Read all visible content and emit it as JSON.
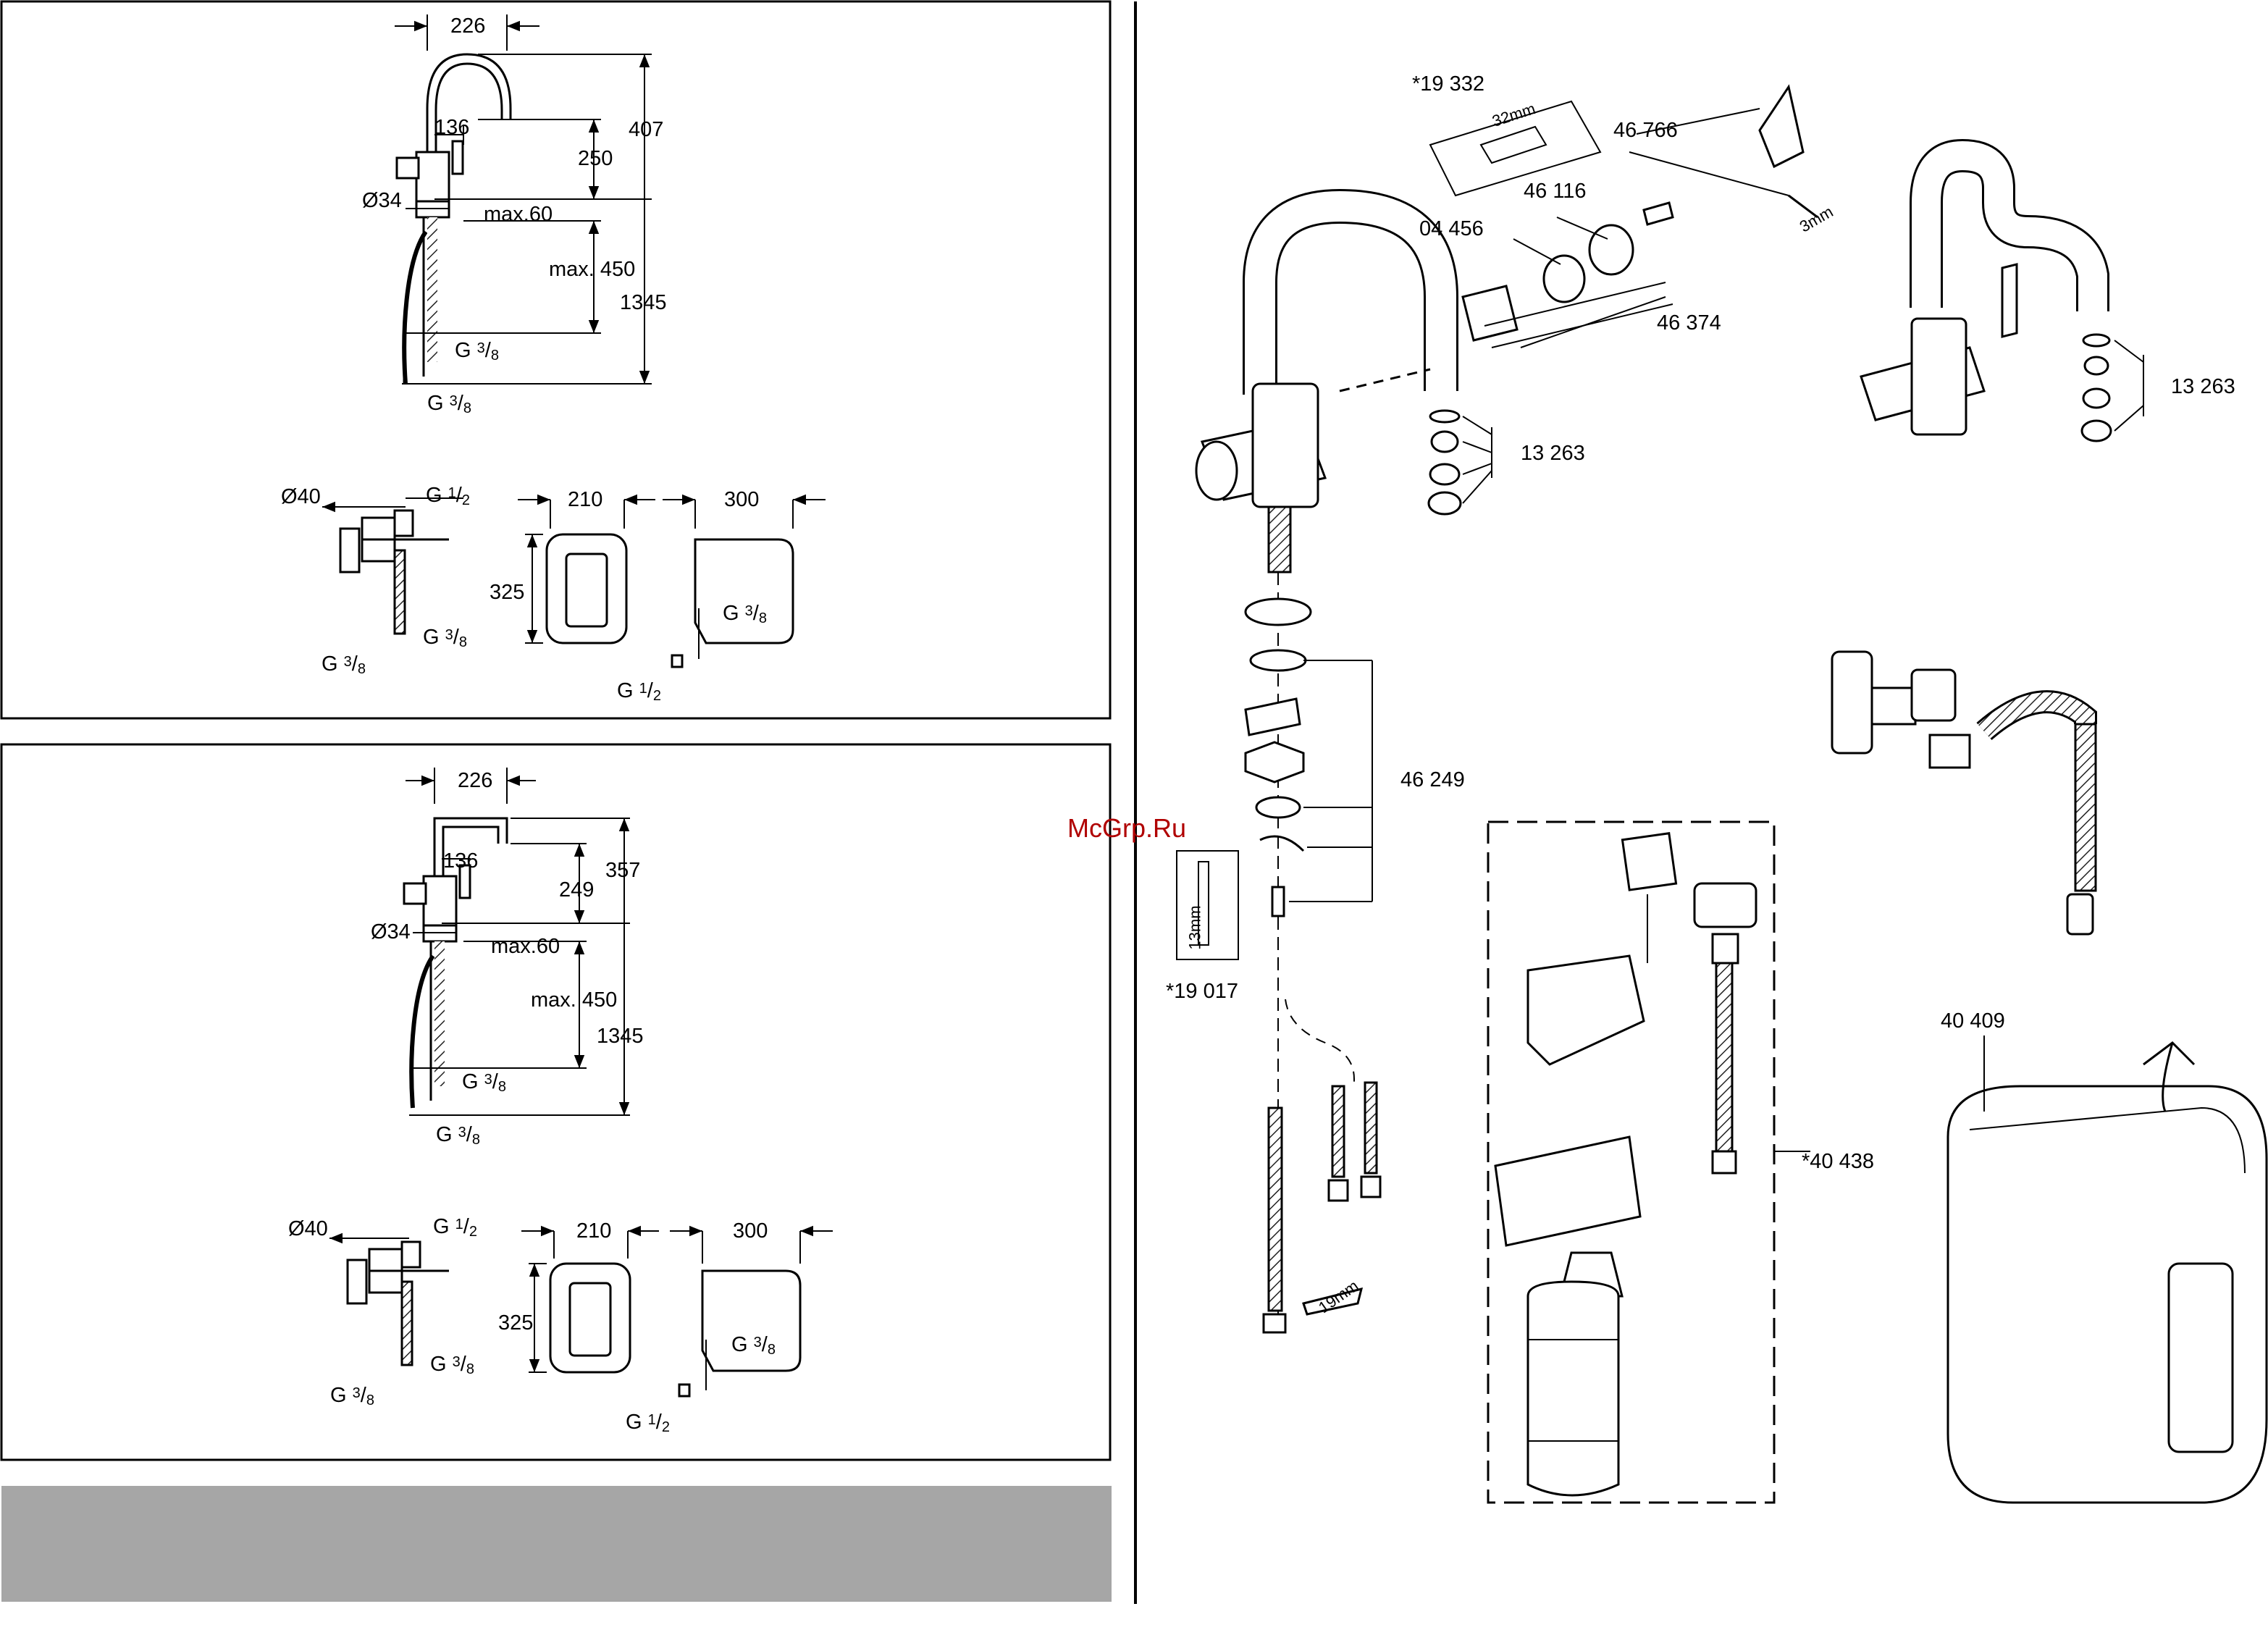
{
  "watermark": "McGrp.Ru",
  "upper_panel": {
    "faucet_dims": {
      "spout_reach": "226",
      "lever_offset": "136",
      "height_total": "407",
      "height_spout": "250",
      "hole_dia": "Ø34",
      "deck_max": "max.60",
      "below_deck": "max. 450",
      "hose_total": "1345",
      "thread_a_base": "G",
      "thread_a_num": "3",
      "thread_a_den": "8",
      "thread_b_base": "G",
      "thread_b_num": "3",
      "thread_b_den": "8"
    },
    "valve_dims": {
      "dia": "Ø40",
      "thread_top_base": "G",
      "thread_top_num": "1",
      "thread_top_den": "2",
      "thread_mid_base": "G",
      "thread_mid_num": "3",
      "thread_mid_den": "8",
      "thread_bot_base": "G",
      "thread_bot_num": "3",
      "thread_bot_den": "8"
    },
    "boiler_front": {
      "width": "210",
      "height": "325"
    },
    "boiler_side": {
      "depth": "300",
      "thread_a_base": "G",
      "thread_a_num": "3",
      "thread_a_den": "8",
      "thread_b_base": "G",
      "thread_b_num": "1",
      "thread_b_den": "2"
    }
  },
  "lower_panel": {
    "faucet_dims": {
      "spout_reach": "226",
      "lever_offset": "136",
      "height_total": "357",
      "height_spout": "249",
      "hole_dia": "Ø34",
      "deck_max": "max.60",
      "below_deck": "max. 450",
      "hose_total": "1345",
      "thread_a_base": "G",
      "thread_a_num": "3",
      "thread_a_den": "8",
      "thread_b_base": "G",
      "thread_b_num": "3",
      "thread_b_den": "8"
    },
    "valve_dims": {
      "dia": "Ø40",
      "thread_top_base": "G",
      "thread_top_num": "1",
      "thread_top_den": "2",
      "thread_mid_base": "G",
      "thread_mid_num": "3",
      "thread_mid_den": "8",
      "thread_bot_base": "G",
      "thread_bot_num": "3",
      "thread_bot_den": "8"
    },
    "boiler_front": {
      "width": "210",
      "height": "325"
    },
    "boiler_side": {
      "depth": "300",
      "thread_a_base": "G",
      "thread_a_num": "3",
      "thread_a_den": "8",
      "thread_b_base": "G",
      "thread_b_num": "1",
      "thread_b_den": "2"
    }
  },
  "parts": {
    "p19332": "*19 332",
    "tool_32": "32mm",
    "p46766": "46 766",
    "p46116": "46 116",
    "p04456": "04 456",
    "p46374": "46 374",
    "tool_3": "3mm",
    "p13263_a": "13 263",
    "p13263_b": "13 263",
    "p46249": "46 249",
    "p19017": "*19 017",
    "tool_13": "13mm",
    "tool_19": "19mm",
    "p40438": "*40 438",
    "p40409": "40 409"
  },
  "colors": {
    "panel_border": "#000000",
    "footer_bar": "#a6a6a6",
    "watermark": "#b00000"
  }
}
